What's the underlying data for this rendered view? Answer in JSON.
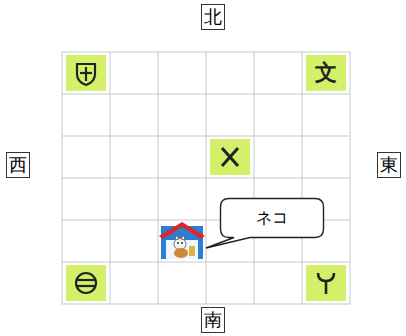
{
  "diagram": {
    "nodes": [
      {
        "text": [
          "北"
        ]
      },
      {
        "text": [
          "西"
        ]
      },
      {
        "text": [
          "東"
        ]
      },
      {
        "text": [
          "ネコ"
        ]
      },
      {
        "text": [
          "南"
        ]
      }
    ],
    "labels": [
      "文"
    ]
  }
}
